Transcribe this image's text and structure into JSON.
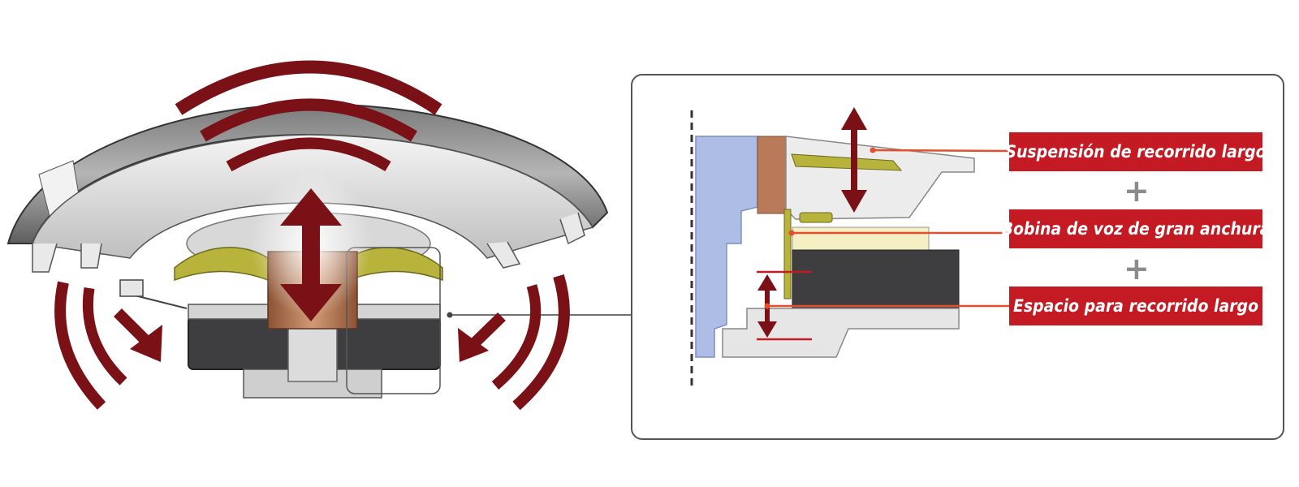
{
  "colors": {
    "label_bg": "#c41a23",
    "accent_dark_red": "#7a1116",
    "leader_line": "#e0502d",
    "magnet": "#3e3e40",
    "voice_coil": "#b87a58",
    "suspension": "#b8b33a",
    "basket": "#e6e6e6",
    "cone": "#cfcfcf",
    "pole_piece": "#aebde6"
  },
  "labels": {
    "suspension": "Suspensión de recorrido largo",
    "voice_coil": "Bobina de voz de gran anchura",
    "gap": "Espacio para recorrido largo",
    "plus_1": "+",
    "plus_2": "+"
  },
  "icons": [
    "sound-wave-arc-icon",
    "double-arrow-icon",
    "plus-icon"
  ]
}
